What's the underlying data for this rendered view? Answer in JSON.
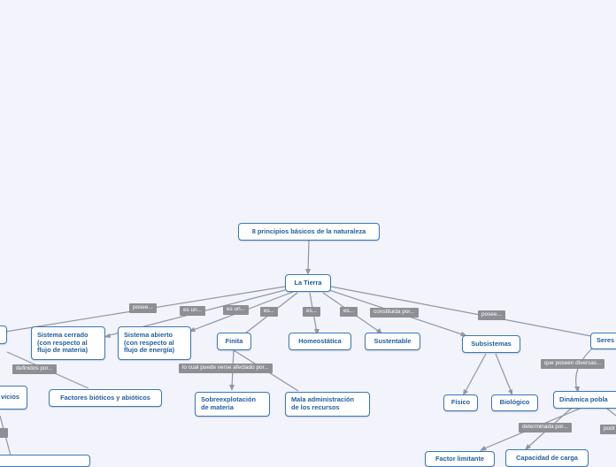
{
  "nodes": {
    "root": "8 principios básicos de la naturaleza",
    "tierra": "La Tierra",
    "sistema_cerrado": "Sistema cerrado\n(con respecto al\nflujo de materia)",
    "sistema_abierto": "Sistema abierto\n(con respecto al\nflujo de energía)",
    "finita": "Finita",
    "homeostatica": "Homeostática",
    "sustentable": "Sustentable",
    "subsistemas": "Subsistemas",
    "seres": "Seres",
    "factores_bioticos": "Factores bióticos y abióticos",
    "servicios": "vicios",
    "sobreexplotacion": "Sobreexplotación\nde materia",
    "mala_administracion": "Mala administración\nde los recursos",
    "fisico": "Físico",
    "biologico": "Biológico",
    "dinamica": "Dinámica pobla",
    "factor_limitante": "Factor limitante",
    "capacidad": "Capacidad de carga"
  },
  "labels": {
    "posee1": "posee...",
    "es_un1": "es un...",
    "es_un2": "es un...",
    "es1": "es...",
    "es2": "es...",
    "es3": "es...",
    "constituida": "constituida por...",
    "posee2": "posee...",
    "definidos": "definidos por...",
    "lo_cual": "lo cual puede verse afectado por...",
    "que_poseen": "que poseen diversas...",
    "determinada": "determinada por...",
    "podr": "podr"
  }
}
